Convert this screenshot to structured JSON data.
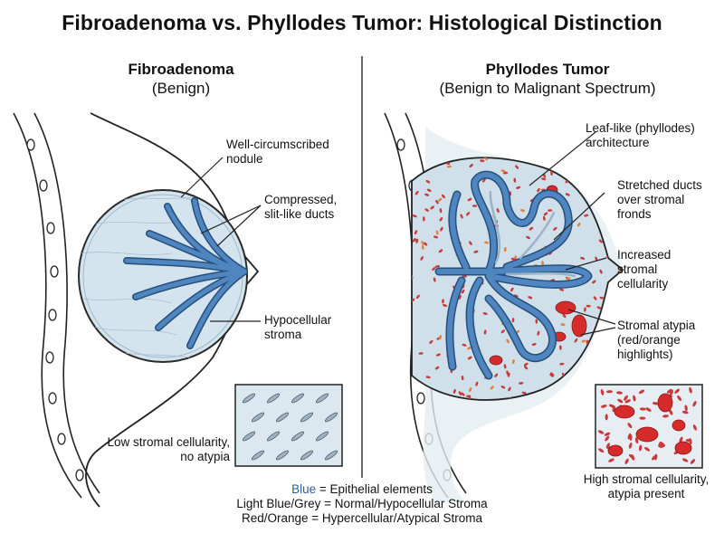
{
  "title": "Fibroadenoma vs. Phyllodes Tumor: Histological Distinction",
  "left": {
    "heading": "Fibroadenoma",
    "subheading": "(Benign)",
    "labels": {
      "nodule": "Well-circumscribed\nnodule",
      "ducts": "Compressed,\nslit-like ducts",
      "stroma": "Hypocellular\nstroma"
    },
    "inset_caption": "Low stromal cellularity,\nno atypia"
  },
  "right": {
    "heading": "Phyllodes Tumor",
    "subheading": "(Benign to Malignant Spectrum)",
    "labels": {
      "leaf": "Leaf-like (phyllodes)\narchitecture",
      "stretched": "Stretched ducts\nover stromal\nfronds",
      "cellularity": "Increased\nstromal\ncellularity",
      "atypia": "Stromal atypia\n(red/orange\nhighlights)"
    },
    "inset_caption": "High stromal cellularity,\natypia present"
  },
  "legend": {
    "line1_key": "Blue",
    "line1_text": " = Epithelial elements",
    "line2": "Light Blue/Grey = Normal/Hypocellular Stroma",
    "line3": "Red/Orange = Hypercellular/Atypical Stroma"
  },
  "colors": {
    "epithelium": "#3b73ad",
    "stroma_light": "#cfe0ea",
    "stroma_cells": "#c93a3a",
    "outline": "#222222"
  }
}
